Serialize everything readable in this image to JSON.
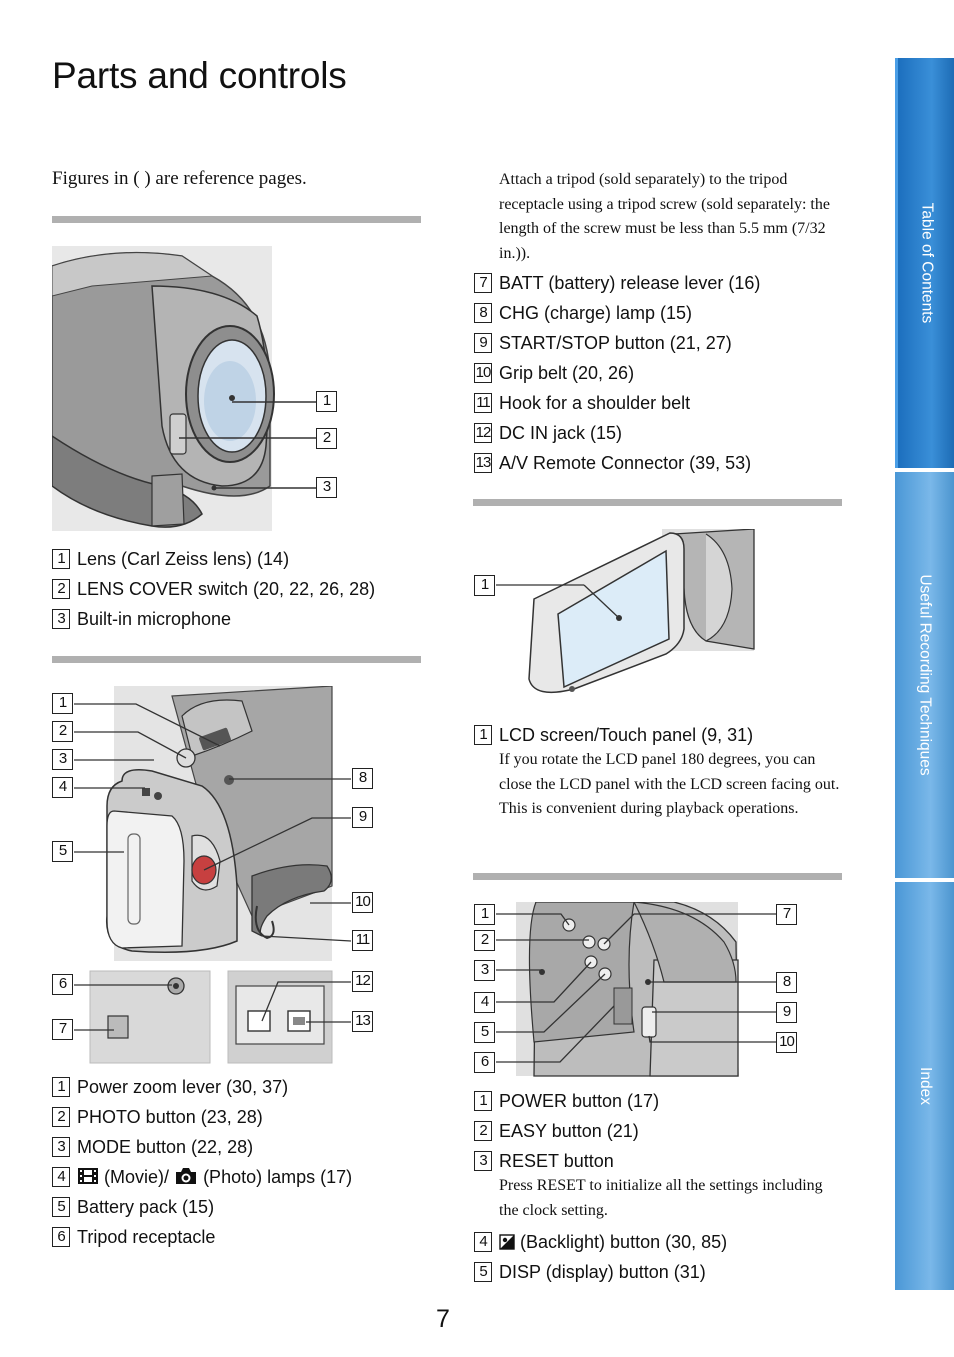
{
  "page": {
    "title": "Parts and controls",
    "reference_note": "Figures in ( ) are reference pages.",
    "number": "7"
  },
  "tripod_note": "Attach a tripod (sold separately) to the tripod receptacle using a tripod screw (sold separately: the length of the screw must be less than 5.5 mm (7/32 in.)).",
  "front": {
    "callouts": [
      "1",
      "2",
      "3"
    ],
    "items": [
      {
        "num": "1",
        "label": "Lens (Carl Zeiss lens) (14)"
      },
      {
        "num": "2",
        "label": "LENS COVER switch (20, 22, 26, 28)"
      },
      {
        "num": "3",
        "label": "Built-in microphone"
      }
    ]
  },
  "side": {
    "callouts": [
      "1",
      "2",
      "3",
      "4",
      "5",
      "6",
      "7",
      "8",
      "9",
      "10",
      "11",
      "12",
      "13"
    ],
    "items": [
      {
        "num": "1",
        "label": "Power zoom lever (30, 37)"
      },
      {
        "num": "2",
        "label": "PHOTO button (23, 28)"
      },
      {
        "num": "3",
        "label": "MODE button (22, 28)"
      },
      {
        "num": "4",
        "label_movie": "(Movie)/",
        "label_photo": "(Photo) lamps (17)"
      },
      {
        "num": "5",
        "label": "Battery pack (15)"
      },
      {
        "num": "6",
        "label": "Tripod receptacle"
      }
    ],
    "items_continued": [
      {
        "num": "7",
        "label": "BATT (battery) release lever (16)"
      },
      {
        "num": "8",
        "label": "CHG (charge) lamp (15)"
      },
      {
        "num": "9",
        "label": "START/STOP button (21, 27)"
      },
      {
        "num": "10",
        "label": "Grip belt (20, 26)"
      },
      {
        "num": "11",
        "label": "Hook for a shoulder belt"
      },
      {
        "num": "12",
        "label": "DC IN jack (15)"
      },
      {
        "num": "13",
        "label": "A/V Remote Connector (39, 53)"
      }
    ]
  },
  "lcd": {
    "callouts": [
      "1"
    ],
    "items": [
      {
        "num": "1",
        "label": "LCD screen/Touch panel (9, 31)"
      }
    ],
    "note": "If you rotate the LCD panel 180 degrees, you can close the LCD panel with the LCD screen facing out. This is convenient during playback operations."
  },
  "panel": {
    "callouts": [
      "1",
      "2",
      "3",
      "4",
      "5",
      "6",
      "7",
      "8",
      "9",
      "10"
    ],
    "items": [
      {
        "num": "1",
        "label": "POWER button (17)"
      },
      {
        "num": "2",
        "label": "EASY button (21)"
      },
      {
        "num": "3",
        "label": " RESET button"
      }
    ],
    "reset_note": "Press RESET to initialize all the settings including the clock setting.",
    "items_continued": [
      {
        "num": "4",
        "label": "(Backlight) button (30, 85)"
      },
      {
        "num": "5",
        "label": "DISP (display) button (31)"
      }
    ]
  },
  "tabs": [
    "Table of Contents",
    "Useful Recording Techniques",
    "Index"
  ]
}
